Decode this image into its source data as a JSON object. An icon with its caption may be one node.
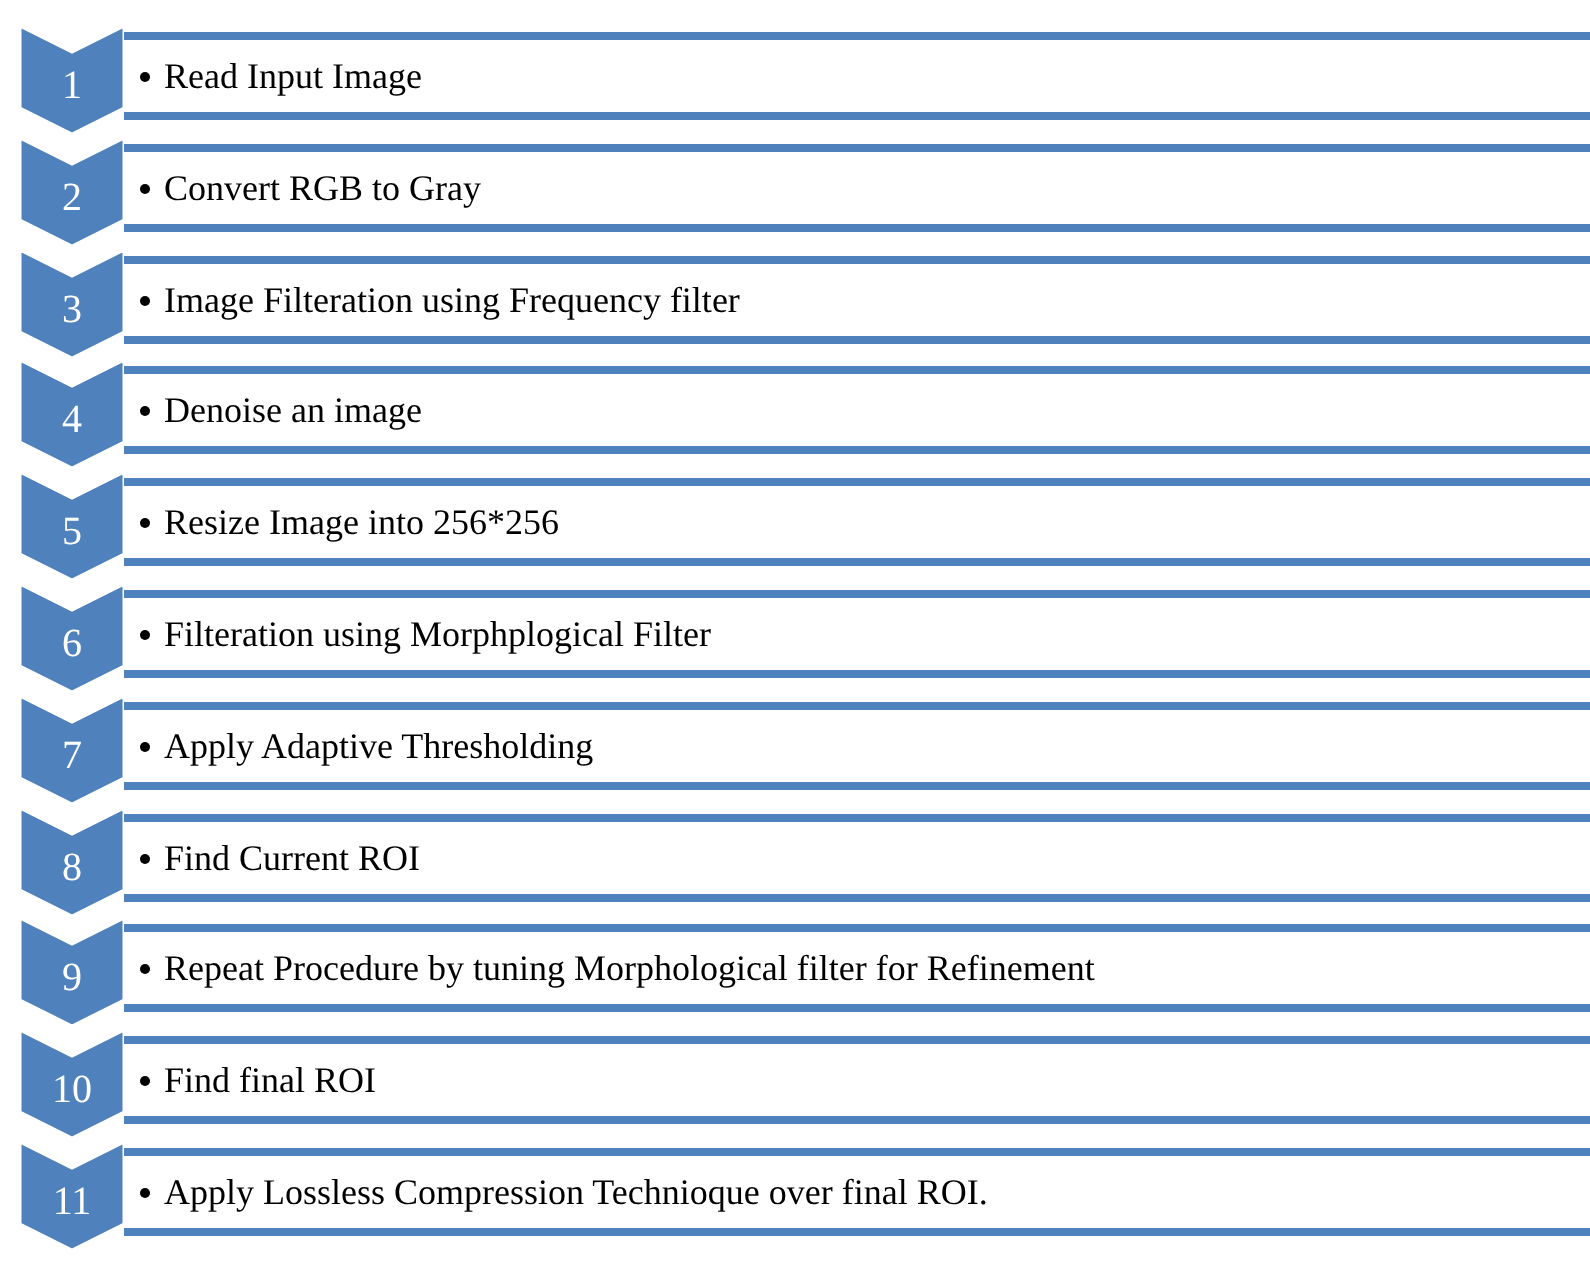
{
  "diagram": {
    "nodes": [
      {
        "text": [
          "1"
        ]
      },
      {
        "text": [
          "Read Input Image"
        ]
      },
      {
        "text": [
          "2"
        ]
      },
      {
        "text": [
          "Convert RGB to Gray"
        ]
      },
      {
        "text": [
          "3"
        ]
      },
      {
        "text": [
          "Image Filteration using Frequency filter"
        ]
      },
      {
        "text": [
          "4"
        ]
      },
      {
        "text": [
          "Denoise an image"
        ]
      },
      {
        "text": [
          "5"
        ]
      },
      {
        "text": [
          "Resize Image into 256*256"
        ]
      },
      {
        "text": [
          "6"
        ]
      },
      {
        "text": [
          "Filteration using Morphplogical Filter"
        ]
      },
      {
        "text": [
          "7"
        ]
      },
      {
        "text": [
          "Apply Adaptive Thresholding"
        ]
      },
      {
        "text": [
          "8"
        ]
      },
      {
        "text": [
          "Find Current ROI"
        ]
      },
      {
        "text": [
          "9"
        ]
      },
      {
        "text": [
          "Repeat Procedure by tuning Morphological filter for Refinement"
        ]
      },
      {
        "text": [
          "10"
        ]
      },
      {
        "text": [
          "Find final ROI"
        ]
      },
      {
        "text": [
          "11"
        ]
      },
      {
        "text": [
          "Apply Lossless Compression Technioque over final ROI."
        ]
      }
    ]
  }
}
